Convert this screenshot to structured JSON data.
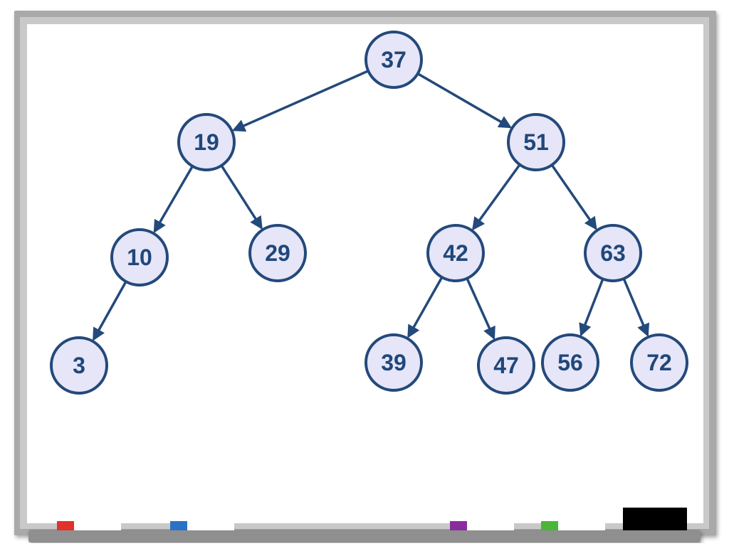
{
  "colors": {
    "frame_outer": "#a9a9a9",
    "frame_inner": "#d2d2d2",
    "board": "#ffffff",
    "node_fill": "#e6e6f8",
    "node_stroke": "#24497b",
    "edge": "#24497b",
    "label": "#20477a",
    "tray": "#8f8f8f",
    "marker_red": "#e0312a",
    "marker_blue": "#2a72c5",
    "marker_purple": "#8a2c9c",
    "marker_green": "#4ab536",
    "marker_body": "#ffffff",
    "eraser": "#000000"
  },
  "tree": {
    "nodes": [
      {
        "id": "n37",
        "label": "37"
      },
      {
        "id": "n19",
        "label": "19"
      },
      {
        "id": "n51",
        "label": "51"
      },
      {
        "id": "n10",
        "label": "10"
      },
      {
        "id": "n29",
        "label": "29"
      },
      {
        "id": "n42",
        "label": "42"
      },
      {
        "id": "n63",
        "label": "63"
      },
      {
        "id": "n3",
        "label": "3"
      },
      {
        "id": "n39",
        "label": "39"
      },
      {
        "id": "n47",
        "label": "47"
      },
      {
        "id": "n56",
        "label": "56"
      },
      {
        "id": "n72",
        "label": "72"
      }
    ],
    "edges": [
      {
        "from": "n37",
        "to": "n19"
      },
      {
        "from": "n37",
        "to": "n51"
      },
      {
        "from": "n19",
        "to": "n10"
      },
      {
        "from": "n19",
        "to": "n29"
      },
      {
        "from": "n51",
        "to": "n42"
      },
      {
        "from": "n51",
        "to": "n63"
      },
      {
        "from": "n10",
        "to": "n3"
      },
      {
        "from": "n42",
        "to": "n39"
      },
      {
        "from": "n42",
        "to": "n47"
      },
      {
        "from": "n63",
        "to": "n56"
      },
      {
        "from": "n63",
        "to": "n72"
      }
    ]
  },
  "tray_items": [
    {
      "name": "red-marker",
      "color": "marker_red"
    },
    {
      "name": "blue-marker",
      "color": "marker_blue"
    },
    {
      "name": "purple-marker",
      "color": "marker_purple"
    },
    {
      "name": "green-marker",
      "color": "marker_green"
    },
    {
      "name": "eraser",
      "color": "eraser"
    }
  ]
}
